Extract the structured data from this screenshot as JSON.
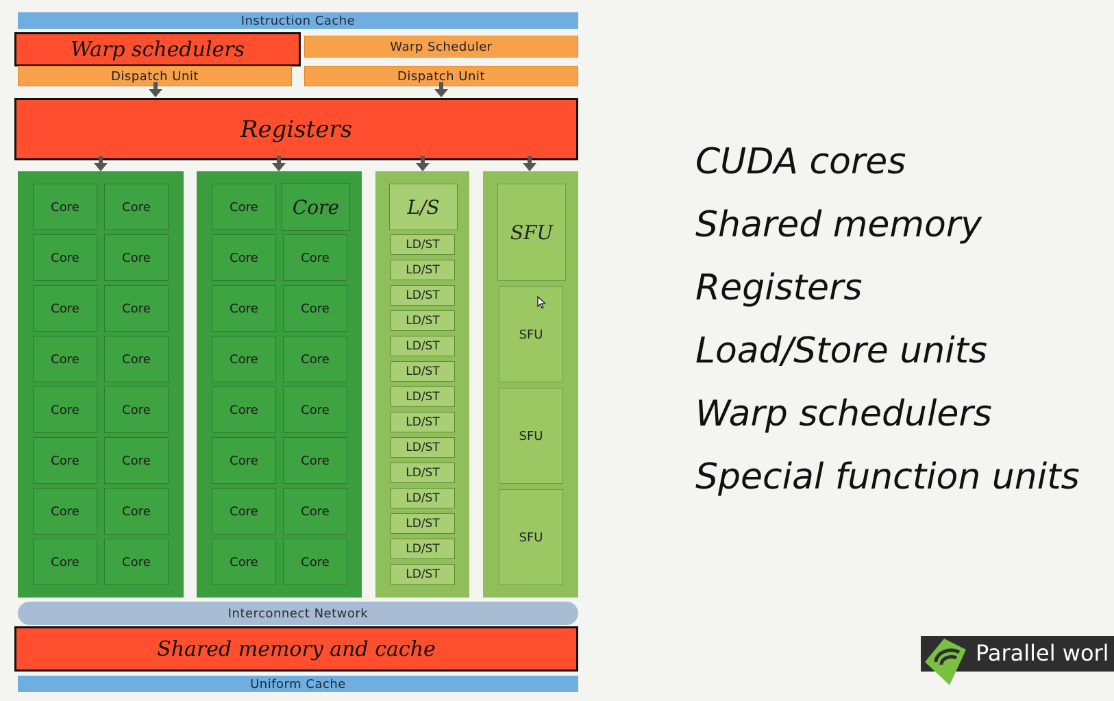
{
  "diagram": {
    "instruction_cache": "Instruction Cache",
    "warp_schedulers_hl": "Warp schedulers",
    "warp_scheduler": "Warp Scheduler",
    "dispatch_unit_left": "Dispatch Unit",
    "dispatch_unit_right": "Dispatch Unit",
    "registers": "Registers",
    "core_label": "Core",
    "core_hl": "Core",
    "ls_hl": "L/S",
    "ldst_label": "LD/ST",
    "sfu_hl": "SFU",
    "sfu_label": "SFU",
    "interconnect": "Interconnect Network",
    "shared_memory": "Shared memory and cache",
    "uniform_cache": "Uniform Cache"
  },
  "features": [
    "CUDA cores",
    "Shared memory",
    "Registers",
    "Load/Store units",
    "Warp schedulers",
    "Special function units"
  ],
  "logo": {
    "text": "Parallel worl",
    "icon": "parallel-world-logo-icon"
  },
  "colors": {
    "highlight": "#ff4f2e",
    "core_green": "#3ea341",
    "light_green": "#8fbf5a",
    "cache_blue": "#6eaee0",
    "dispatch_orange": "#f7a14a"
  }
}
